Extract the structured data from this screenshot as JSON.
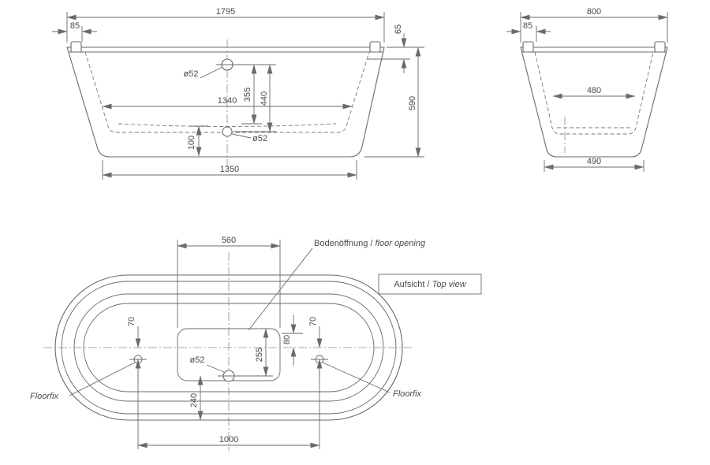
{
  "drawing": {
    "front_view": {
      "dims": {
        "overall_width": "1795",
        "left_offset": "85",
        "rim_height": "65",
        "total_height": "590",
        "top_drain_diameter": "ø52",
        "drain_depth_1": "355",
        "drain_depth_2": "440",
        "inner_length": "1340",
        "sump_height": "100",
        "bottom_drain_diameter": "ø52",
        "bottom_length": "1350"
      }
    },
    "side_view": {
      "dims": {
        "overall_width": "800",
        "left_offset": "85",
        "inner_width": "480",
        "bottom_width": "490"
      }
    },
    "top_view": {
      "dims": {
        "floor_opening_length": "560",
        "floorfix_offset_left": "70",
        "floorfix_offset_right": "70",
        "opening_edge_offset": "80",
        "opening_to_drain": "255",
        "drain_diameter": "ø52",
        "drain_to_edge": "240",
        "floorfix_spacing": "1000"
      },
      "labels": {
        "floor_opening_de": "Bodenöffnung / ",
        "floor_opening_en": "floor opening",
        "view_title_de": "Aufsicht / ",
        "view_title_en": "Top view",
        "floorfix_left": "Floorfix",
        "floorfix_right": "Floorfix"
      }
    }
  }
}
